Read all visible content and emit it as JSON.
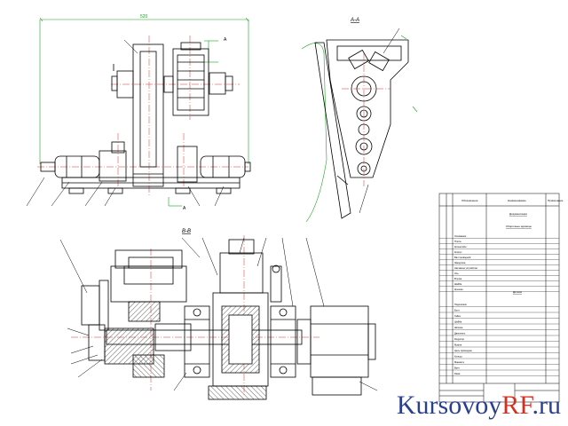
{
  "sheet": {
    "section_AA": "А-А",
    "section_BB": "В-В",
    "cut_label": "А",
    "dim_top": "520"
  },
  "spec_table": {
    "header": [
      "Обозначение",
      "Наименование",
      "Примечание"
    ],
    "group_docs": "Документация",
    "group_units": "Сборочные единицы",
    "group_parts": "Детали",
    "group_std": "Стандартные изделия",
    "items_upper": [
      "Основание",
      "Плита",
      "Кронштейн",
      "Корпус",
      "Вал приводной",
      "Звездочка",
      "Натяжное устройство",
      "Ось",
      "Втулка",
      "Шайба",
      "Крышка"
    ],
    "items_lower": [
      "Подшипник",
      "Болт",
      "Гайка",
      "Шайба",
      "Шпонка",
      "Двигатель",
      "Редуктор",
      "Муфта",
      "Цепь приводная",
      "Кольцо",
      "Манжета",
      "Винт",
      "Рама"
    ]
  },
  "colors": {
    "line": "#000000",
    "centerline": "#d62b2b",
    "dim": "#17a51d",
    "hatch": "#1a1a1a"
  },
  "watermark": {
    "part1": "Kursovoy",
    "part2": "RF",
    "part3": ".ru"
  }
}
